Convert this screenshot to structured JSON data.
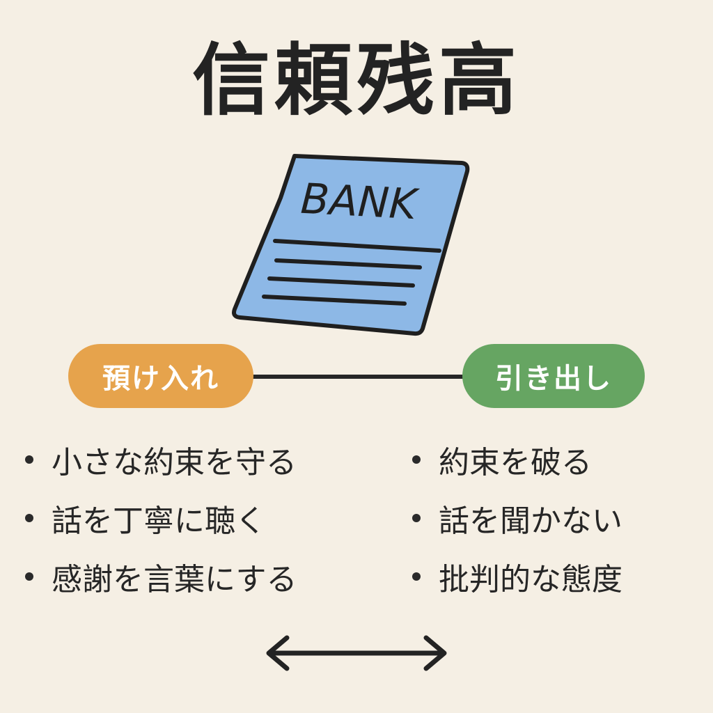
{
  "title": "信頼残高",
  "bankbook": {
    "label": "BANK",
    "icon": "bankbook-icon",
    "fill_color": "#8db8e6",
    "stroke_color": "#1f1f1f"
  },
  "deposit": {
    "label": "預け入れ",
    "color": "#e6a34c",
    "items": [
      "小さな約束を守る",
      "話を丁寧に聴く",
      "感謝を言葉にする"
    ]
  },
  "withdrawal": {
    "label": "引き出し",
    "color": "#66a562",
    "items": [
      "約束を破る",
      "話を聞かない",
      "批判的な態度"
    ]
  },
  "arrow_icon": "double-arrow-icon",
  "background_color": "#f5efe4"
}
